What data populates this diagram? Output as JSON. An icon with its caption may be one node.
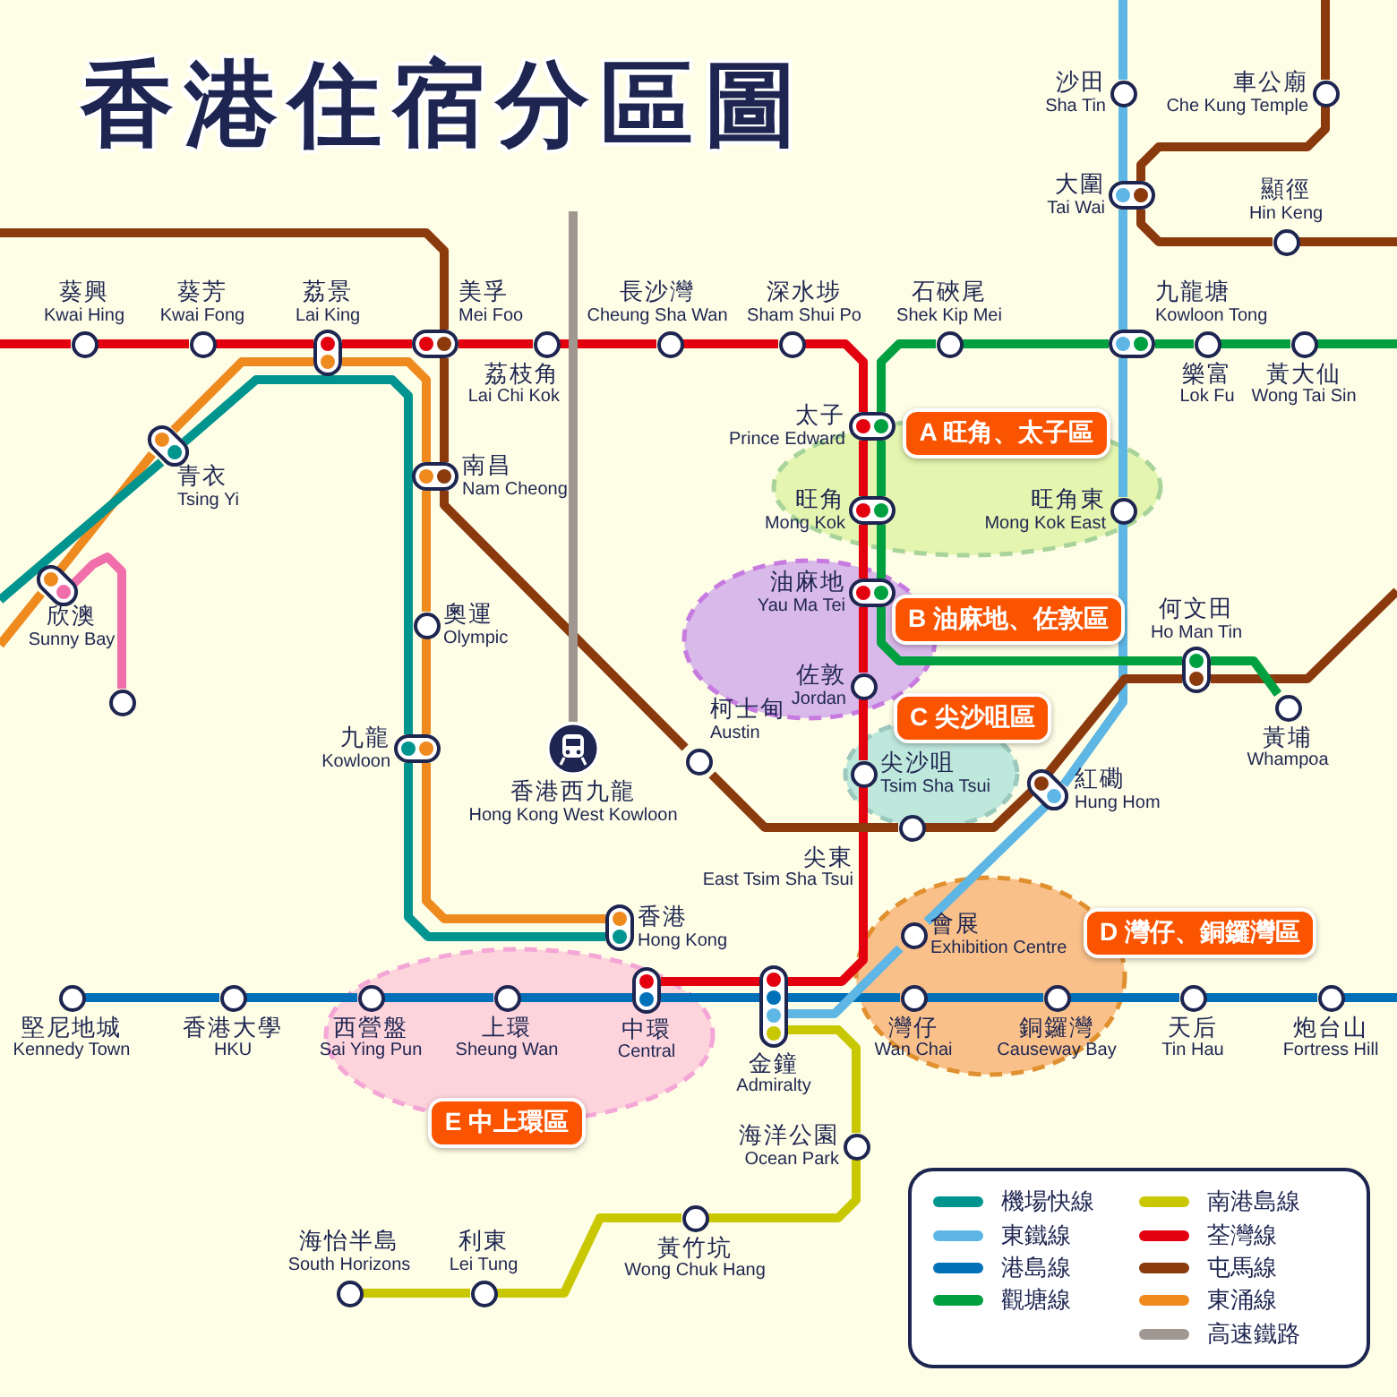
{
  "diagram": {
    "title": "香港住宿分區圖",
    "nodes": [
      {
        "text": [
          "沙田",
          "Sha Tin"
        ]
      },
      {
        "text": [
          "車公廟",
          "Che Kung Temple"
        ]
      },
      {
        "text": [
          "大圍",
          "Tai Wai"
        ]
      },
      {
        "text": [
          "顯徑",
          "Hin Keng"
        ]
      },
      {
        "text": [
          "葵興",
          "Kwai Hing"
        ]
      },
      {
        "text": [
          "葵芳",
          "Kwai Fong"
        ]
      },
      {
        "text": [
          "荔景",
          "Lai King"
        ]
      },
      {
        "text": [
          "美孚",
          "Mei Foo"
        ]
      },
      {
        "text": [
          "荔枝角",
          "Lai Chi Kok"
        ]
      },
      {
        "text": [
          "長沙灣",
          "Cheung Sha Wan"
        ]
      },
      {
        "text": [
          "深水埗",
          "Sham Shui Po"
        ]
      },
      {
        "text": [
          "石硤尾",
          "Shek Kip Mei"
        ]
      },
      {
        "text": [
          "九龍塘",
          "Kowloon Tong"
        ]
      },
      {
        "text": [
          "樂富",
          "Lok Fu"
        ]
      },
      {
        "text": [
          "黃大仙",
          "Wong Tai Sin"
        ]
      },
      {
        "text": [
          "太子",
          "Prince Edward"
        ]
      },
      {
        "text": [
          "旺角",
          "Mong Kok"
        ]
      },
      {
        "text": [
          "旺角東",
          "Mong Kok East"
        ]
      },
      {
        "text": [
          "油麻地",
          "Yau Ma Tei"
        ]
      },
      {
        "text": [
          "佐敦",
          "Jordan"
        ]
      },
      {
        "text": [
          "尖沙咀",
          "Tsim Sha Tsui"
        ]
      },
      {
        "text": [
          "尖東",
          "East Tsim Sha Tsui"
        ]
      },
      {
        "text": [
          "紅磡",
          "Hung Hom"
        ]
      },
      {
        "text": [
          "何文田",
          "Ho Man Tin"
        ]
      },
      {
        "text": [
          "黃埔",
          "Whampoa"
        ]
      },
      {
        "text": [
          "柯士甸",
          "Austin"
        ]
      },
      {
        "text": [
          "青衣",
          "Tsing Yi"
        ]
      },
      {
        "text": [
          "欣澳",
          "Sunny Bay"
        ]
      },
      {
        "text": [],
        "shape": "circle"
      },
      {
        "text": [
          "南昌",
          "Nam Cheong"
        ]
      },
      {
        "text": [
          "奧運",
          "Olympic"
        ]
      },
      {
        "text": [
          "九龍",
          "Kowloon"
        ]
      },
      {
        "text": [
          "香港西九龍",
          "Hong Kong West Kowloon"
        ]
      },
      {
        "text": [
          "香港",
          "Hong Kong"
        ]
      },
      {
        "text": [
          "堅尼地城",
          "Kennedy Town"
        ]
      },
      {
        "text": [
          "香港大學",
          "HKU"
        ]
      },
      {
        "text": [
          "西營盤",
          "Sai Ying Pun"
        ]
      },
      {
        "text": [
          "上環",
          "Sheung Wan"
        ]
      },
      {
        "text": [
          "中環",
          "Central"
        ]
      },
      {
        "text": [
          "金鐘",
          "Admiralty"
        ]
      },
      {
        "text": [
          "會展",
          "Exhibition Centre"
        ]
      },
      {
        "text": [
          "灣仔",
          "Wan Chai"
        ]
      },
      {
        "text": [
          "銅鑼灣",
          "Causeway Bay"
        ]
      },
      {
        "text": [
          "天后",
          "Tin Hau"
        ]
      },
      {
        "text": [
          "炮台山",
          "Fortress Hill"
        ]
      },
      {
        "text": [
          "海洋公園",
          "Ocean Park"
        ]
      },
      {
        "text": [
          "黃竹坑",
          "Wong Chuk Hang"
        ]
      },
      {
        "text": [
          "利東",
          "Lei Tung"
        ]
      },
      {
        "text": [
          "海怡半島",
          "South Horizons"
        ]
      },
      {
        "text": [
          "A 旺角、太子區"
        ]
      },
      {
        "text": [
          "B 油麻地、佐敦區"
        ]
      },
      {
        "text": [
          "C 尖沙咀區"
        ]
      },
      {
        "text": [
          "D 灣仔、銅鑼灣區"
        ]
      },
      {
        "text": [
          "E 中上環區"
        ]
      }
    ],
    "edges": [
      {
        "from": null,
        "to": 4,
        "arrow": "none",
        "color": "#e3000f"
      },
      {
        "from": 4,
        "to": 5,
        "arrow": "none",
        "color": "#e3000f"
      },
      {
        "from": 5,
        "to": 6,
        "arrow": "none",
        "color": "#e3000f"
      },
      {
        "from": 6,
        "to": 7,
        "arrow": "none",
        "color": "#e3000f"
      },
      {
        "from": 7,
        "to": 8,
        "arrow": "none",
        "color": "#e3000f"
      },
      {
        "from": 8,
        "to": 9,
        "arrow": "none",
        "color": "#e3000f"
      },
      {
        "from": 9,
        "to": 10,
        "arrow": "none",
        "color": "#e3000f"
      },
      {
        "from": 10,
        "to": 15,
        "arrow": "none",
        "color": "#e3000f"
      },
      {
        "from": 15,
        "to": 16,
        "arrow": "none",
        "color": "#e3000f"
      },
      {
        "from": 16,
        "to": 18,
        "arrow": "none",
        "color": "#e3000f"
      },
      {
        "from": 18,
        "to": 19,
        "arrow": "none",
        "color": "#e3000f"
      },
      {
        "from": 19,
        "to": 20,
        "arrow": "none",
        "color": "#e3000f"
      },
      {
        "from": 20,
        "to": 39,
        "arrow": "none",
        "color": "#e3000f"
      },
      {
        "from": 39,
        "to": 38,
        "arrow": "none",
        "color": "#e3000f"
      },
      {
        "from": 34,
        "to": 35,
        "arrow": "none",
        "color": "#0071b9"
      },
      {
        "from": 35,
        "to": 36,
        "arrow": "none",
        "color": "#0071b9"
      },
      {
        "from": 36,
        "to": 37,
        "arrow": "none",
        "color": "#0071b9"
      },
      {
        "from": 37,
        "to": 38,
        "arrow": "none",
        "color": "#0071b9"
      },
      {
        "from": 38,
        "to": 39,
        "arrow": "none",
        "color": "#0071b9"
      },
      {
        "from": 39,
        "to": 41,
        "arrow": "none",
        "color": "#0071b9"
      },
      {
        "from": 41,
        "to": 42,
        "arrow": "none",
        "color": "#0071b9"
      },
      {
        "from": 42,
        "to": 43,
        "arrow": "none",
        "color": "#0071b9"
      },
      {
        "from": 43,
        "to": 44,
        "arrow": "none",
        "color": "#0071b9"
      },
      {
        "from": 44,
        "to": null,
        "arrow": "none",
        "color": "#0071b9"
      },
      {
        "from": null,
        "to": 0,
        "arrow": "none",
        "color": "#5eb6e4"
      },
      {
        "from": 0,
        "to": 2,
        "arrow": "none",
        "color": "#5eb6e4"
      },
      {
        "from": 2,
        "to": 12,
        "arrow": "none",
        "color": "#5eb6e4"
      },
      {
        "from": 12,
        "to": 17,
        "arrow": "none",
        "color": "#5eb6e4"
      },
      {
        "from": 17,
        "to": 22,
        "arrow": "none",
        "color": "#5eb6e4"
      },
      {
        "from": 22,
        "to": 40,
        "arrow": "none",
        "color": "#5eb6e4"
      },
      {
        "from": 40,
        "to": 39,
        "arrow": "none",
        "color": "#5eb6e4"
      },
      {
        "from": null,
        "to": 7,
        "arrow": "none",
        "color": "#8b3a0e"
      },
      {
        "from": 7,
        "to": 29,
        "arrow": "none",
        "color": "#8b3a0e"
      },
      {
        "from": 29,
        "to": 25,
        "arrow": "none",
        "color": "#8b3a0e"
      },
      {
        "from": 25,
        "to": 21,
        "arrow": "none",
        "color": "#8b3a0e"
      },
      {
        "from": 21,
        "to": 22,
        "arrow": "none",
        "color": "#8b3a0e"
      },
      {
        "from": 22,
        "to": 23,
        "arrow": "none",
        "color": "#8b3a0e"
      },
      {
        "from": 23,
        "to": null,
        "arrow": "none",
        "color": "#8b3a0e"
      },
      {
        "from": null,
        "to": 1,
        "arrow": "none",
        "color": "#8b3a0e"
      },
      {
        "from": 1,
        "to": 2,
        "arrow": "none",
        "color": "#8b3a0e"
      },
      {
        "from": 2,
        "to": 3,
        "arrow": "none",
        "color": "#8b3a0e"
      },
      {
        "from": 3,
        "to": null,
        "arrow": "none",
        "color": "#8b3a0e"
      },
      {
        "from": 11,
        "to": 15,
        "arrow": "none",
        "color": "#00a040"
      },
      {
        "from": 15,
        "to": 16,
        "arrow": "none",
        "color": "#00a040"
      },
      {
        "from": 16,
        "to": 18,
        "arrow": "none",
        "color": "#00a040"
      },
      {
        "from": 18,
        "to": 23,
        "arrow": "none",
        "color": "#00a040"
      },
      {
        "from": 23,
        "to": 24,
        "arrow": "none",
        "color": "#00a040"
      },
      {
        "from": 11,
        "to": 12,
        "arrow": "none",
        "color": "#00a040"
      },
      {
        "from": 12,
        "to": 13,
        "arrow": "none",
        "color": "#00a040"
      },
      {
        "from": 13,
        "to": 14,
        "arrow": "none",
        "color": "#00a040"
      },
      {
        "from": 14,
        "to": null,
        "arrow": "none",
        "color": "#00a040"
      },
      {
        "from": null,
        "to": 27,
        "arrow": "none",
        "color": "#ef8a1f"
      },
      {
        "from": 27,
        "to": 26,
        "arrow": "none",
        "color": "#ef8a1f"
      },
      {
        "from": 26,
        "to": 6,
        "arrow": "none",
        "color": "#ef8a1f"
      },
      {
        "from": 6,
        "to": 29,
        "arrow": "none",
        "color": "#ef8a1f"
      },
      {
        "from": 29,
        "to": 30,
        "arrow": "none",
        "color": "#ef8a1f"
      },
      {
        "from": 30,
        "to": 31,
        "arrow": "none",
        "color": "#ef8a1f"
      },
      {
        "from": 31,
        "to": 33,
        "arrow": "none",
        "color": "#ef8a1f"
      },
      {
        "from": null,
        "to": 26,
        "arrow": "none",
        "color": "#00948f"
      },
      {
        "from": 26,
        "to": 31,
        "arrow": "none",
        "color": "#00948f"
      },
      {
        "from": 31,
        "to": 33,
        "arrow": "none",
        "color": "#00948f"
      },
      {
        "from": 27,
        "to": 28,
        "arrow": "none",
        "color": "#f06ea9"
      },
      {
        "from": null,
        "to": 32,
        "arrow": "none",
        "color": "#9f9790"
      },
      {
        "from": 39,
        "to": 45,
        "arrow": "none",
        "color": "#c9c800"
      },
      {
        "from": 45,
        "to": 46,
        "arrow": "none",
        "color": "#c9c800"
      },
      {
        "from": 46,
        "to": 47,
        "arrow": "none",
        "color": "#c9c800"
      },
      {
        "from": 47,
        "to": 48,
        "arrow": "none",
        "color": "#c9c800"
      }
    ],
    "legend": [
      {
        "text": "機場快線",
        "color": "#00948f"
      },
      {
        "text": "東鐵線",
        "color": "#5eb6e4"
      },
      {
        "text": "港島線",
        "color": "#0071b9"
      },
      {
        "text": "觀塘線",
        "color": "#00a040"
      },
      {
        "text": "南港島線",
        "color": "#c9c800"
      },
      {
        "text": "荃灣線",
        "color": "#e3000f"
      },
      {
        "text": "屯馬線",
        "color": "#8b3a0e"
      },
      {
        "text": "東涌線",
        "color": "#ef8a1f"
      },
      {
        "text": "高速鐵路",
        "color": "#9f9790"
      }
    ]
  }
}
